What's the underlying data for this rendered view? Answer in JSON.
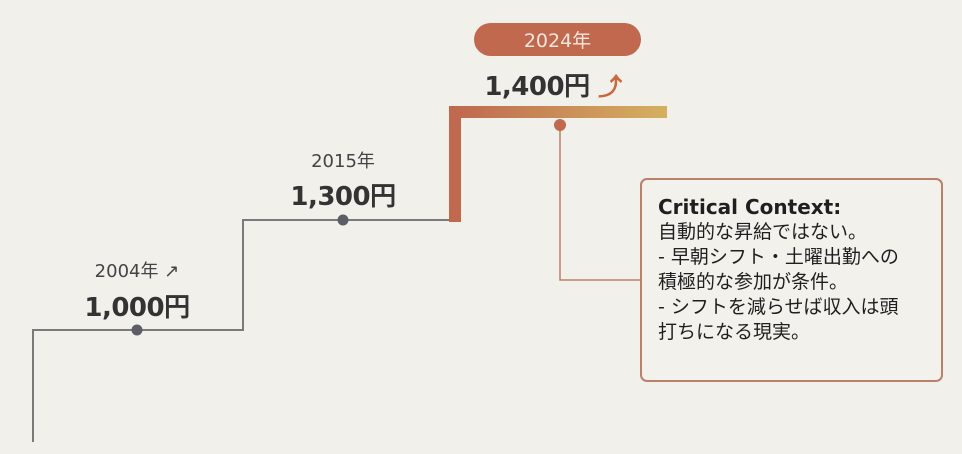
{
  "milestones": [
    {
      "year": "2004年",
      "year_icon": "arrow-up-right-icon",
      "arrow": "↗",
      "amount": "1,000円"
    },
    {
      "year": "2015年",
      "amount": "1,300円"
    },
    {
      "year": "2024年",
      "amount": "1,400円",
      "amount_icon": "curved-arrow-up-icon",
      "arrow": "⤴"
    }
  ],
  "callout": {
    "title": "Critical Context:",
    "lines": [
      "自動的な昇給ではない。",
      "- 早朝シフト・土曜出勤への",
      "積極的な参加が条件。",
      "- シフトを減らせば収入は頭",
      "打ちになる現実。"
    ]
  },
  "colors": {
    "step_line": "#6f6f6f",
    "accent": "#c0694f",
    "gold": "#d4b060",
    "border": "#b9806a"
  }
}
